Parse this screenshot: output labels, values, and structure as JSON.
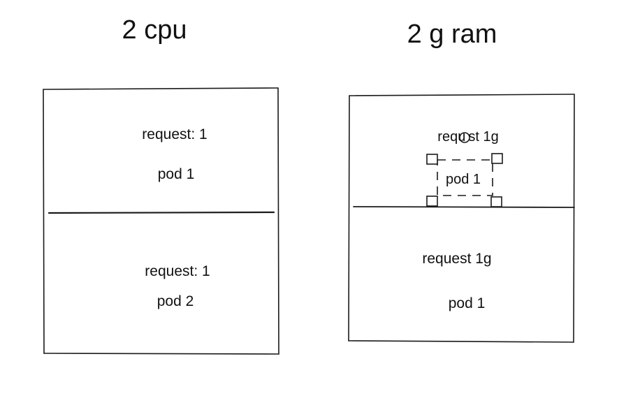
{
  "left_panel": {
    "title": "2 cpu",
    "top_slot": {
      "request": "request: 1",
      "pod": "pod 1"
    },
    "bottom_slot": {
      "request": "request: 1",
      "pod": "pod 2"
    }
  },
  "right_panel": {
    "title": "2 g ram",
    "top_slot": {
      "request": "requ st 1g",
      "pod": "pod 1"
    },
    "bottom_slot": {
      "request": "request 1g",
      "pod": "pod 1"
    }
  },
  "colors": {
    "stroke": "#1a1a1a",
    "background": "#ffffff"
  }
}
